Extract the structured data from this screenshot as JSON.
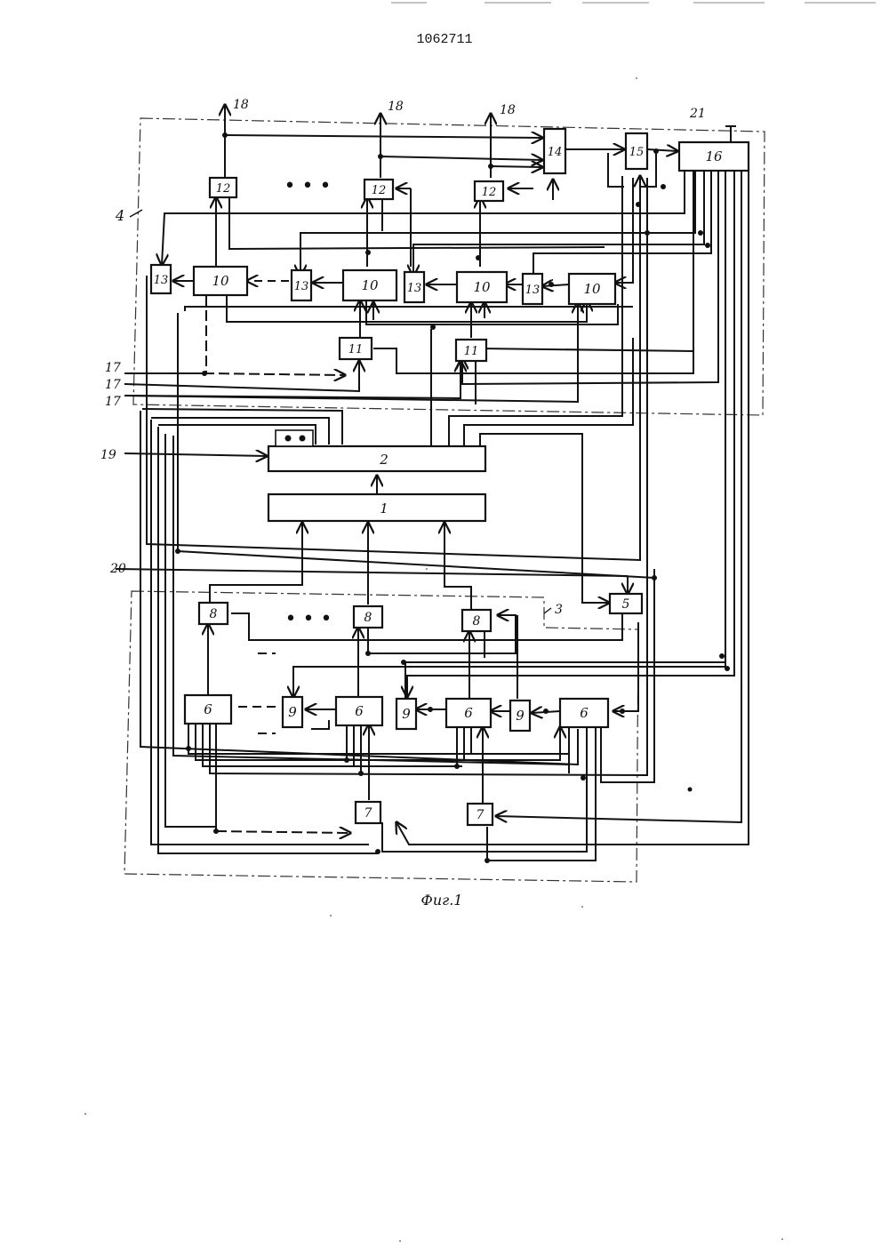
{
  "document": {
    "patent_number": "1062711",
    "figure_caption": "Фиг.1"
  },
  "diagram": {
    "blocks": {
      "b1": "1",
      "b2": "2",
      "b5": "5",
      "b6": "6",
      "b7": "7",
      "b8": "8",
      "b9": "9",
      "b10": "10",
      "b11": "11",
      "b12": "12",
      "b13": "13",
      "b14": "14",
      "b15": "15",
      "b16": "16"
    },
    "signals": {
      "s3": "3",
      "s4": "4",
      "s17": "17",
      "s18": "18",
      "s19": "19",
      "s20": "20",
      "s21": "21"
    },
    "ellipsis": "• • •"
  }
}
